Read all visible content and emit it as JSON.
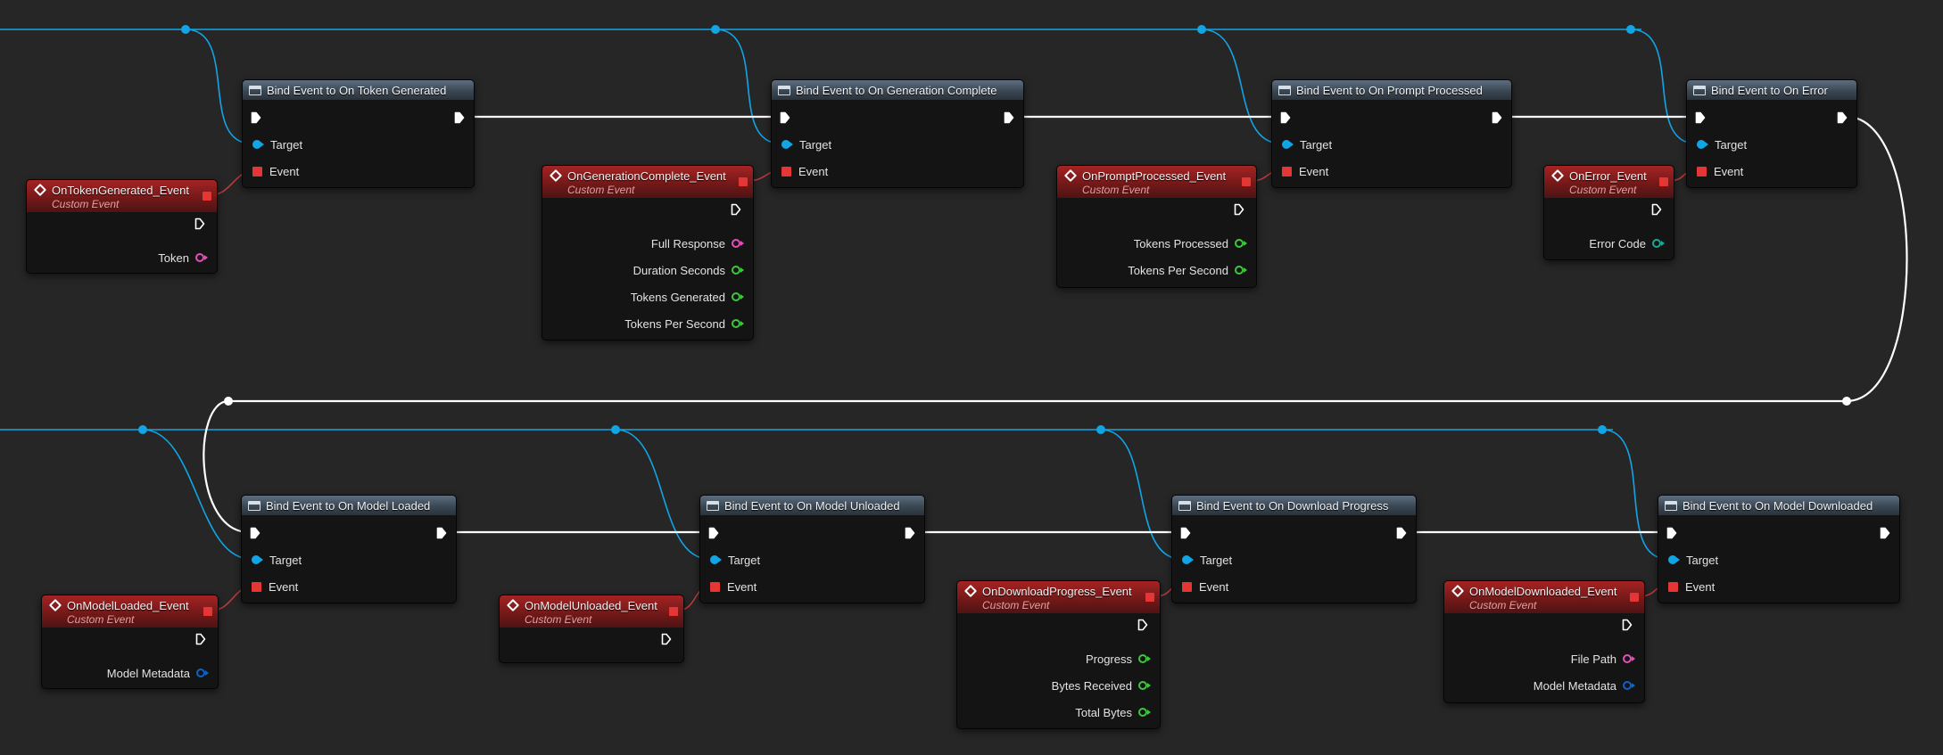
{
  "colors": {
    "background": "#262626",
    "exec_wire": "#ffffff",
    "target_wire": "#12a5e6",
    "event_wire": "#c23a3a",
    "string_pin": "#e54fb8",
    "float_pin": "#3fc63f",
    "int_pin": "#1aa991",
    "struct_pin": "#0d63c9"
  },
  "bind_nodes": [
    {
      "title": "Bind Event to On Token Generated",
      "icon": "function-icon",
      "target_label": "Target",
      "event_label": "Event"
    },
    {
      "title": "Bind Event to On Generation Complete",
      "icon": "function-icon",
      "target_label": "Target",
      "event_label": "Event"
    },
    {
      "title": "Bind Event to On Prompt Processed",
      "icon": "function-icon",
      "target_label": "Target",
      "event_label": "Event"
    },
    {
      "title": "Bind Event to On Error",
      "icon": "function-icon",
      "target_label": "Target",
      "event_label": "Event"
    },
    {
      "title": "Bind Event to On Model Loaded",
      "icon": "function-icon",
      "target_label": "Target",
      "event_label": "Event"
    },
    {
      "title": "Bind Event to On Model Unloaded",
      "icon": "function-icon",
      "target_label": "Target",
      "event_label": "Event"
    },
    {
      "title": "Bind Event to On Download Progress",
      "icon": "function-icon",
      "target_label": "Target",
      "event_label": "Event"
    },
    {
      "title": "Bind Event to On Model Downloaded",
      "icon": "function-icon",
      "target_label": "Target",
      "event_label": "Event"
    }
  ],
  "event_nodes": [
    {
      "title": "OnTokenGenerated_Event",
      "subtitle": "Custom Event",
      "icon": "event-icon",
      "outputs": [
        {
          "label": "Token",
          "type": "string_pin"
        }
      ]
    },
    {
      "title": "OnGenerationComplete_Event",
      "subtitle": "Custom Event",
      "icon": "event-icon",
      "outputs": [
        {
          "label": "Full Response",
          "type": "string_pin"
        },
        {
          "label": "Duration Seconds",
          "type": "float_pin"
        },
        {
          "label": "Tokens Generated",
          "type": "float_pin"
        },
        {
          "label": "Tokens Per Second",
          "type": "float_pin"
        }
      ]
    },
    {
      "title": "OnPromptProcessed_Event",
      "subtitle": "Custom Event",
      "icon": "event-icon",
      "outputs": [
        {
          "label": "Tokens Processed",
          "type": "float_pin"
        },
        {
          "label": "Tokens Per Second",
          "type": "float_pin"
        }
      ]
    },
    {
      "title": "OnError_Event",
      "subtitle": "Custom Event",
      "icon": "event-icon",
      "outputs": [
        {
          "label": "Error Code",
          "type": "int_pin"
        }
      ]
    },
    {
      "title": "OnModelLoaded_Event",
      "subtitle": "Custom Event",
      "icon": "event-icon",
      "outputs": [
        {
          "label": "Model Metadata",
          "type": "struct_pin"
        }
      ]
    },
    {
      "title": "OnModelUnloaded_Event",
      "subtitle": "Custom Event",
      "icon": "event-icon",
      "outputs": []
    },
    {
      "title": "OnDownloadProgress_Event",
      "subtitle": "Custom Event",
      "icon": "event-icon",
      "outputs": [
        {
          "label": "Progress",
          "type": "float_pin"
        },
        {
          "label": "Bytes Received",
          "type": "float_pin"
        },
        {
          "label": "Total Bytes",
          "type": "float_pin"
        }
      ]
    },
    {
      "title": "OnModelDownloaded_Event",
      "subtitle": "Custom Event",
      "icon": "event-icon",
      "outputs": [
        {
          "label": "File Path",
          "type": "string_pin"
        },
        {
          "label": "Model Metadata",
          "type": "struct_pin"
        }
      ]
    }
  ]
}
